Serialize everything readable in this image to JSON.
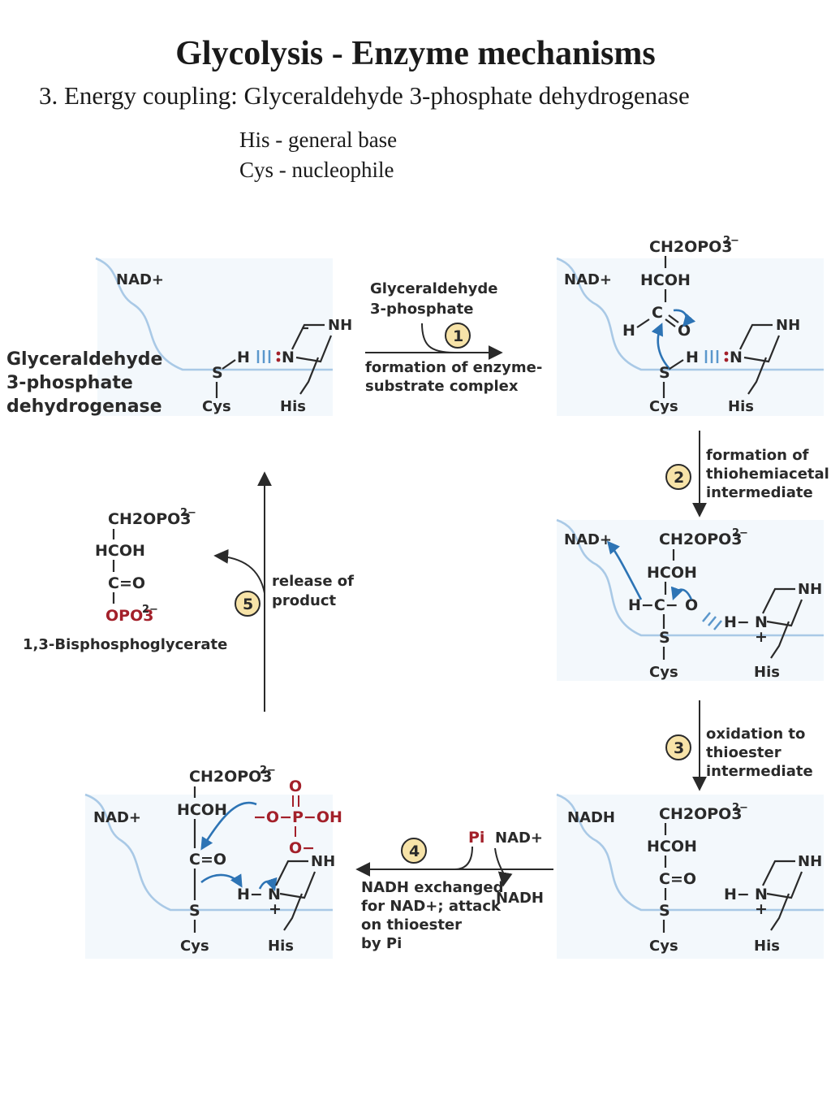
{
  "title": "Glycolysis - Enzyme mechanisms",
  "subtitle": "3.  Energy coupling:  Glyceraldehyde 3-phosphate dehydrogenase",
  "roles": [
    "His - general base",
    "Cys - nucleophile"
  ],
  "enzyme_label": [
    "Glyceraldehyde",
    "3-phosphate",
    "dehydrogenase"
  ],
  "labels": {
    "nad_plus": "NAD+",
    "nadh": "NADH",
    "cys": "Cys",
    "his": "His",
    "nh": "NH",
    "s": "S",
    "h": "H",
    "n": "N",
    "o": "O",
    "plus": "+",
    "minus": "−",
    "pi": "Pi"
  },
  "chem": {
    "ch2opo3": "CH2OPO3",
    "charge_2minus": "2−",
    "hcoh": "HCOH",
    "c": "C",
    "c_eq_o": "C=O",
    "h_minus": "H−",
    "h_minus_c": "H−C−",
    "opo3": "OPO3",
    "phosphate_o": "O",
    "phosphate_middle": "−O−P−OH",
    "phosphate_bottom": "O−"
  },
  "substrate": [
    "Glyceraldehyde",
    "3-phosphate"
  ],
  "product_name": "1,3-Bisphosphoglycerate",
  "steps": [
    {
      "number": "1",
      "lines": [
        "formation of enzyme-",
        "substrate complex"
      ]
    },
    {
      "number": "2",
      "lines": [
        "formation of",
        "thiohemiacetal",
        "intermediate"
      ]
    },
    {
      "number": "3",
      "lines": [
        "oxidation to",
        "thioester",
        "intermediate"
      ]
    },
    {
      "number": "4",
      "lines": [
        "NADH exchanged",
        "for NAD+; attack",
        "on thioester",
        "by Pi"
      ]
    },
    {
      "number": "5",
      "lines": [
        "release of",
        "product"
      ]
    }
  ],
  "colors": {
    "accent_blue": "#2d74b5",
    "pocket_blue": "#a9c9e6",
    "phosphate_red": "#a3202a",
    "badge_yellow": "#f7e3a8"
  }
}
